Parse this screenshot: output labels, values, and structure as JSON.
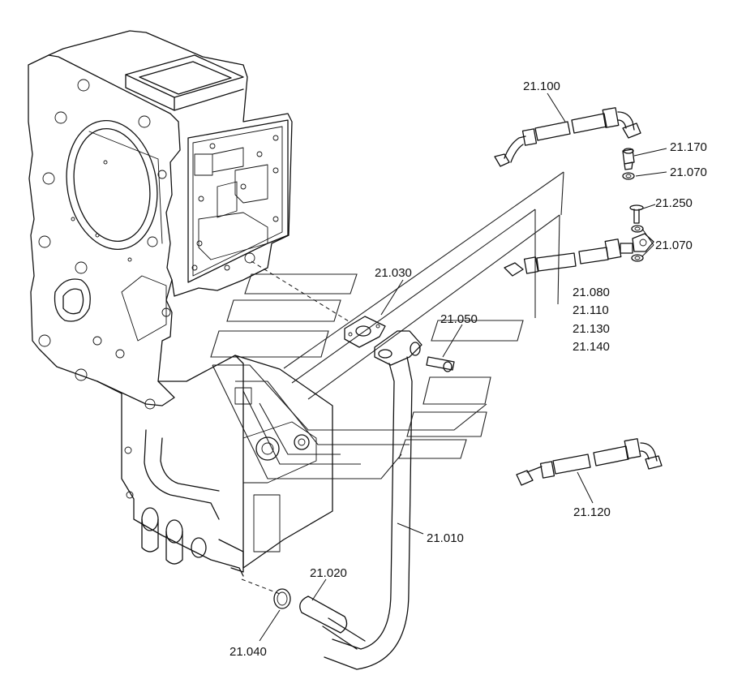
{
  "labels": {
    "l_21_100": "21.100",
    "l_21_170": "21.170",
    "l_21_070_a": "21.070",
    "l_21_250": "21.250",
    "l_21_070_b": "21.070",
    "l_21_030": "21.030",
    "l_21_050": "21.050",
    "l_21_080": "21.080",
    "l_21_110": "21.110",
    "l_21_130": "21.130",
    "l_21_140": "21.140",
    "l_21_120": "21.120",
    "l_21_010": "21.010",
    "l_21_020": "21.020",
    "l_21_040": "21.040"
  }
}
